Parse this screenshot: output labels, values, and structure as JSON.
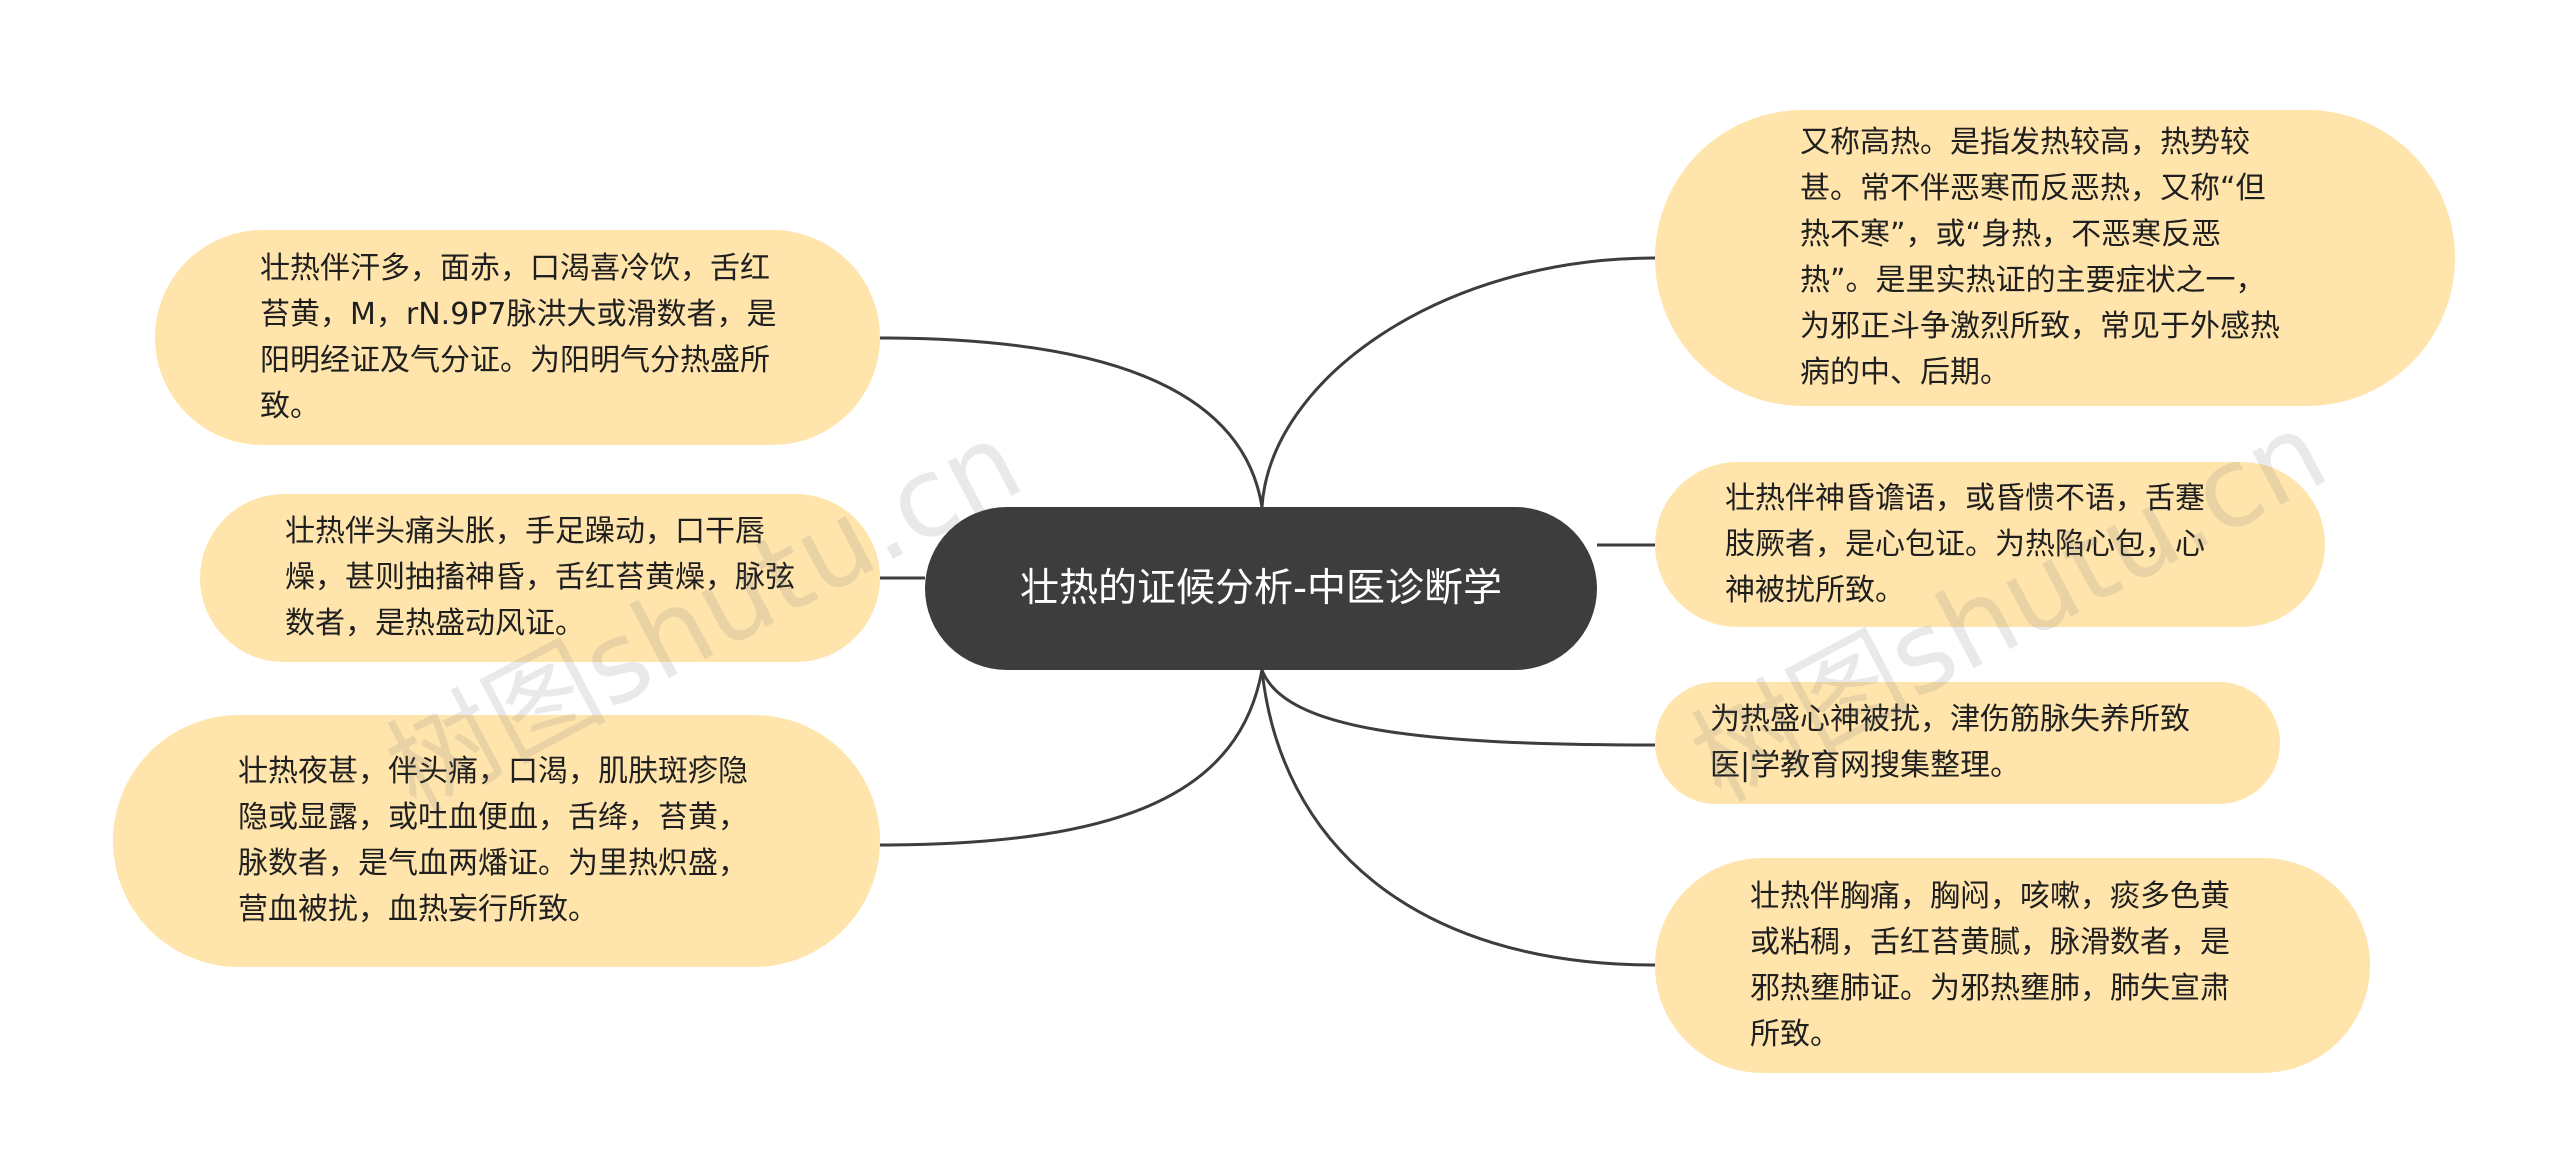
{
  "center": {
    "title": "壮热的证候分析-中医诊断学"
  },
  "colors": {
    "center_fill": "#3d3d3d",
    "node_fill": "#ffe4ac",
    "link_stroke": "#3d3d3d"
  },
  "left_nodes": [
    {
      "text": "壮热伴汗多，面赤，口渴喜冷饮，舌红苔黄，M，rN.9P7脉洪大或滑数者，是阳明经证及气分证。为阳明气分热盛所致。"
    },
    {
      "text": "壮热伴头痛头胀，手足躁动，口干唇燥，甚则抽搐神昏，舌红苔黄燥，脉弦数者，是热盛动风证。"
    },
    {
      "text": "壮热夜甚，伴头痛，口渴，肌肤斑疹隐隐或显露，或吐血便血，舌绛，苔黄，脉数者，是气血两燔证。为里热炽盛，营血被扰，血热妄行所致。"
    }
  ],
  "right_nodes": [
    {
      "text": "又称高热。是指发热较高，热势较甚。常不伴恶寒而反恶热，又称“但热不寒”，或“身热，不恶寒反恶热”。是里实热证的主要症状之一，为邪正斗争激烈所致，常见于外感热病的中、后期。"
    },
    {
      "text": "壮热伴神昏谵语，或昏愦不语，舌蹇肢厥者，是心包证。为热陷心包，心神被扰所致。"
    },
    {
      "text": "为热盛心神被扰，津伤筋脉失养所致医|学教育网搜集整理。"
    },
    {
      "text": "壮热伴胸痛，胸闷，咳嗽，痰多色黄或粘稠，舌红苔黄腻，脉滑数者，是邪热壅肺证。为邪热壅肺，肺失宣肃所致。"
    }
  ],
  "watermarks": [
    "树图shutu.cn",
    "树图shutu.cn"
  ]
}
